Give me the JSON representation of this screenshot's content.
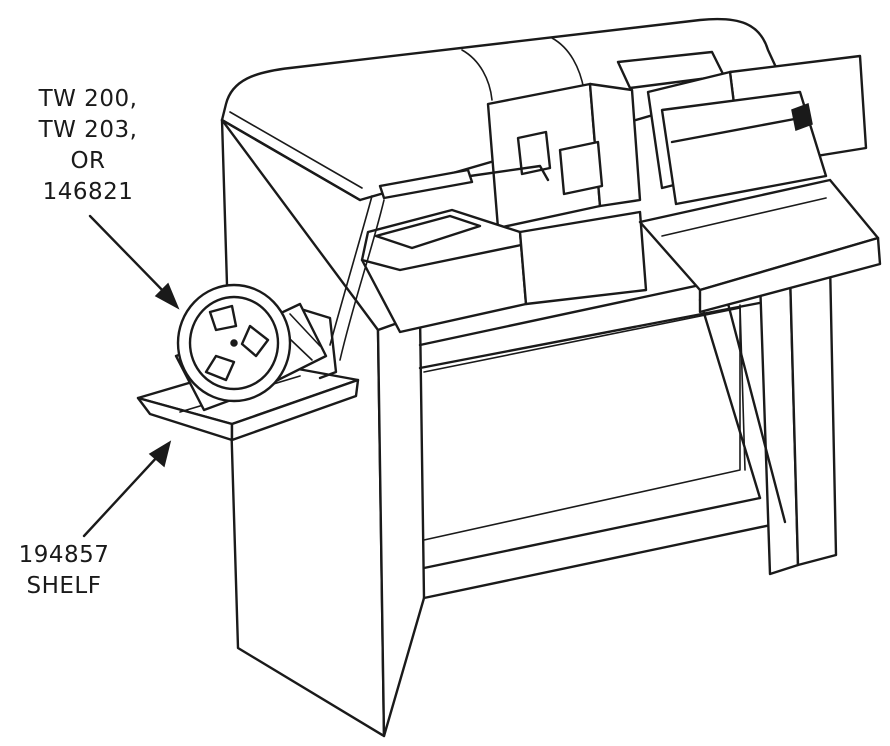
{
  "callouts": {
    "reel": {
      "lines": [
        "TW 200,",
        "TW 203,",
        "OR",
        "146821"
      ]
    },
    "shelf": {
      "lines": [
        "194857",
        "SHELF"
      ]
    }
  },
  "icons": {
    "arrow": "arrow-icon"
  }
}
